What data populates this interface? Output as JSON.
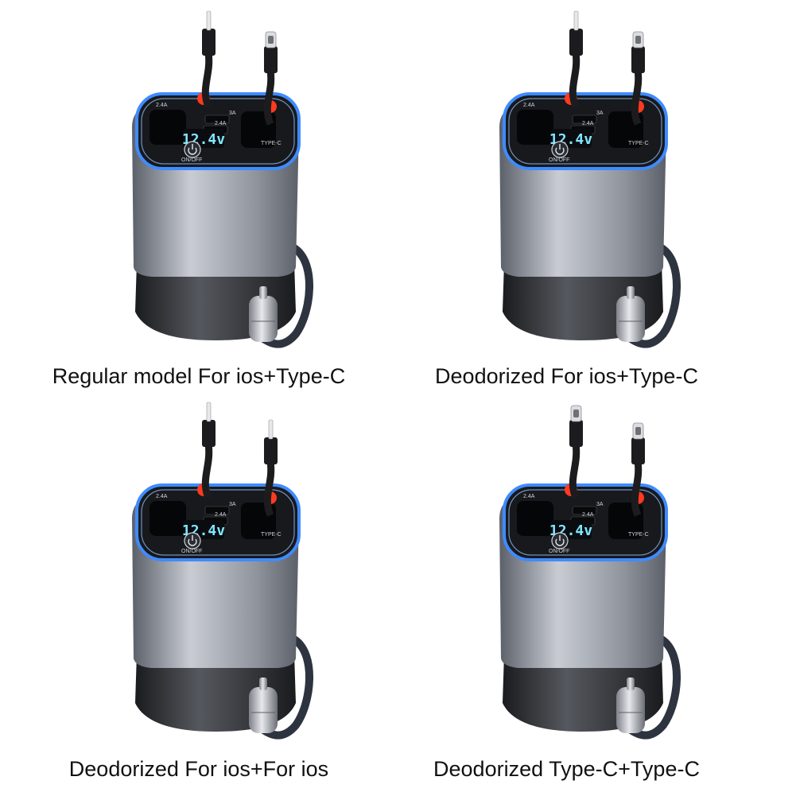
{
  "colors": {
    "body_light": "#c9ccd3",
    "body_mid": "#8e939c",
    "body_dark": "#5b6069",
    "base_dark": "#2b2d31",
    "ring_glow": "#3f8bff",
    "port_red": "#ff3a1f",
    "display_cyan": "#7fe7ff",
    "cable_black": "#1c1c1e"
  },
  "panels": [
    {
      "caption": "Regular model For ios+Type-C",
      "left_connector": "lightning",
      "right_connector": "type-c",
      "display": "12.4v",
      "labels": {
        "left_port": "2.4A",
        "usb_top": "3A",
        "usb_bottom": "2.4A",
        "right_port": "TYPE-C",
        "button": "ON/OFF"
      }
    },
    {
      "caption": "Deodorized For ios+Type-C",
      "left_connector": "lightning",
      "right_connector": "type-c",
      "display": "12.4v",
      "labels": {
        "left_port": "2.4A",
        "usb_top": "3A",
        "usb_bottom": "2.4A",
        "right_port": "TYPE-C",
        "button": "ON/OFF"
      }
    },
    {
      "caption": "Deodorized For ios+For ios",
      "left_connector": "lightning",
      "right_connector": "lightning",
      "display": "12.4v",
      "labels": {
        "left_port": "2.4A",
        "usb_top": "3A",
        "usb_bottom": "2.4A",
        "right_port": "TYPE-C",
        "button": "ON/OFF"
      }
    },
    {
      "caption": "Deodorized Type-C+Type-C",
      "left_connector": "type-c",
      "right_connector": "type-c",
      "display": "12.4v",
      "labels": {
        "left_port": "2.4A",
        "usb_top": "3A",
        "usb_bottom": "2.4A",
        "right_port": "TYPE-C",
        "button": "ON/OFF"
      }
    }
  ]
}
